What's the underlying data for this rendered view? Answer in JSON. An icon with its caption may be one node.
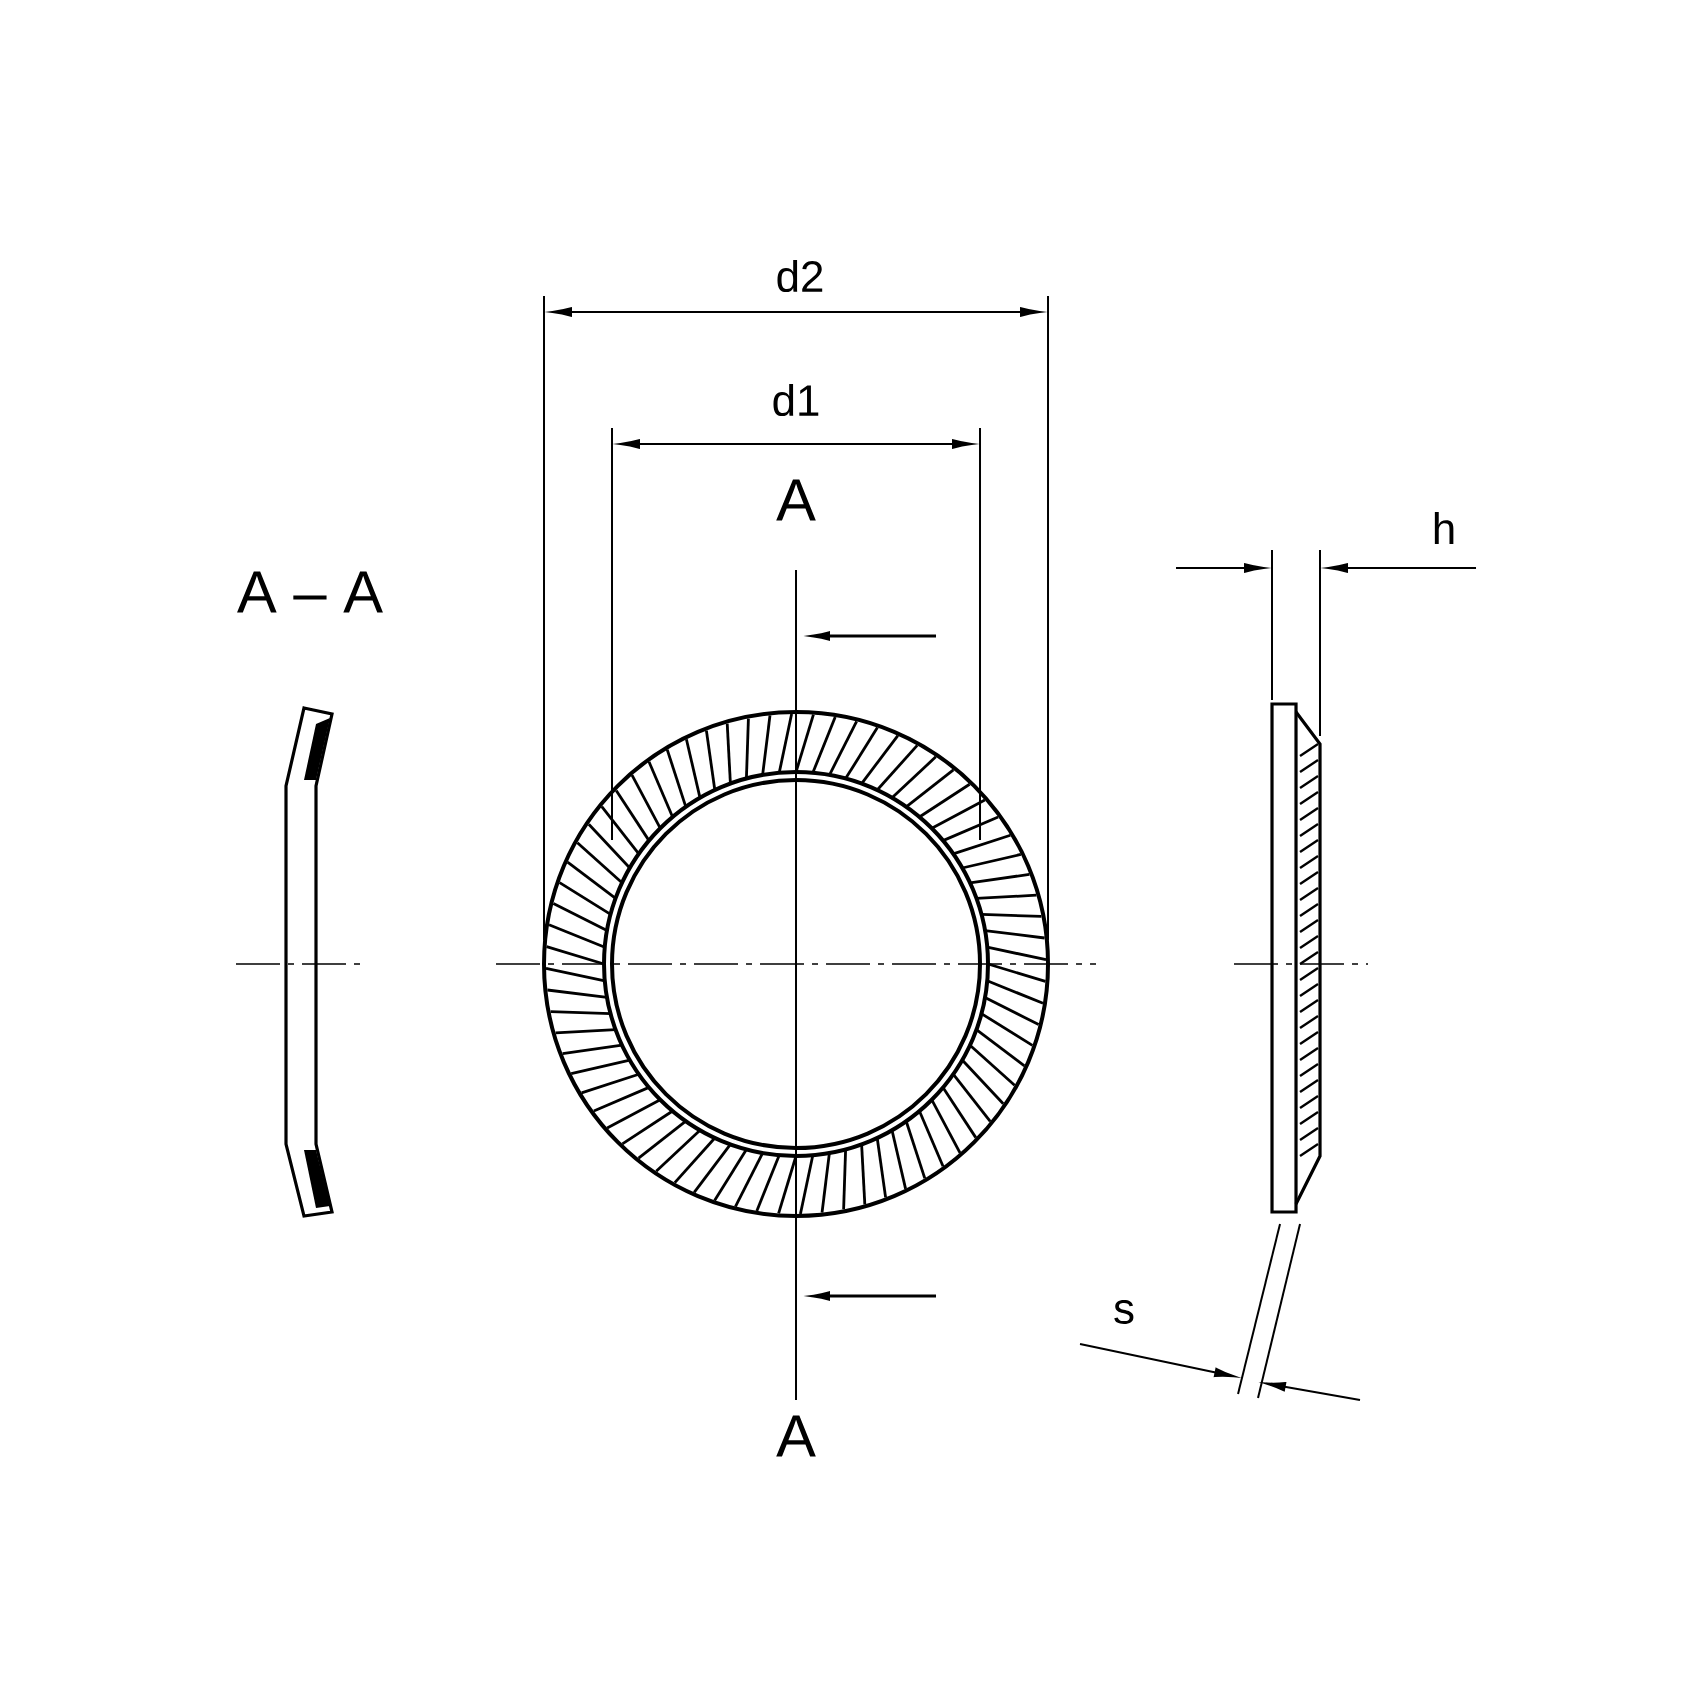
{
  "diagram": {
    "labels": [
      "d2",
      "d1",
      "A",
      "h",
      "A – A",
      "s",
      "A"
    ]
  }
}
